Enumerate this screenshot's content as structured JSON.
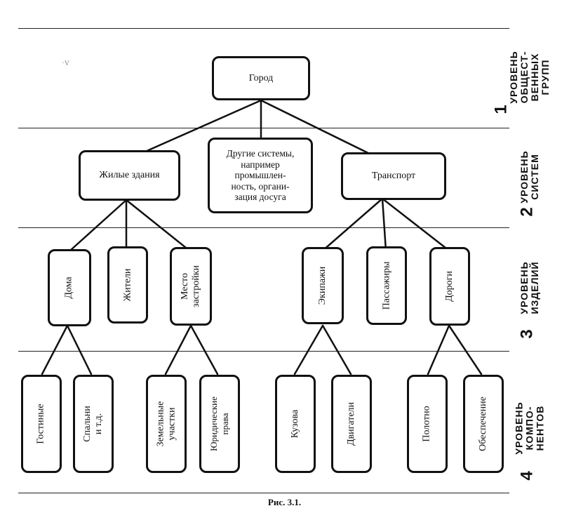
{
  "level1": {
    "num": "1",
    "label": "УРОВЕНЬ\nОБЩЕСТ-\nВЕННЫХ\nГРУПП"
  },
  "level2": {
    "num": "2",
    "label": "УРОВЕНЬ\nСИСТЕМ"
  },
  "level3": {
    "num": "3",
    "label": "УРОВЕНЬ\nИЗДЕЛИЙ"
  },
  "level4": {
    "num": "4",
    "label": "УРОВЕНЬ\nКОМПО-\nНЕНТОВ"
  },
  "nodes": {
    "city": "Город",
    "residential": "Жилые здания",
    "other": "Другие системы,\nнапример\nпромышлен-\nность, органи-\nзация досуга",
    "transport": "Транспорт",
    "houses": "Дома",
    "residents": "Жители",
    "sites": "Место\nзастройки",
    "carriages": "Экипажи",
    "passengers": "Пассажиры",
    "roads": "Дороги",
    "living_rooms": "Гостиные",
    "bedrooms": "Спальни\nи т.д.",
    "land_plots": "Земельные\nучастки",
    "legal_rights": "Юридические\nправа",
    "bodies": "Кузова",
    "engines": "Двигатели",
    "roadway": "Полотно",
    "maintenance": "Обеспечение"
  },
  "caption": "Рис. 3.1."
}
